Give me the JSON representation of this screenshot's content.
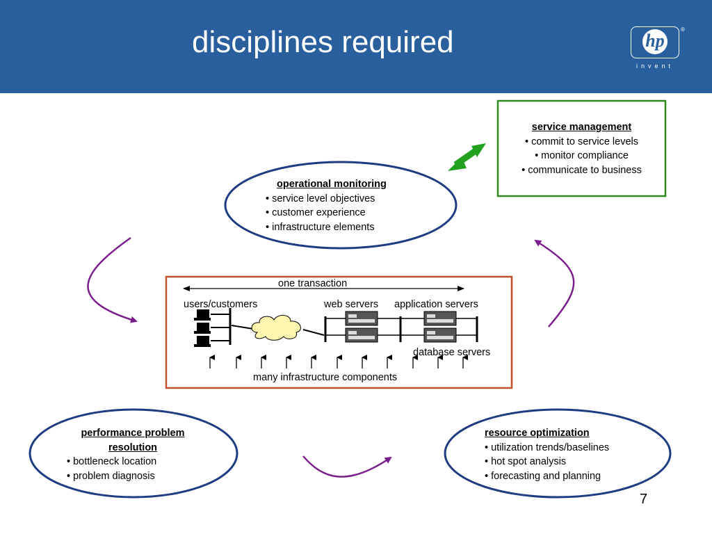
{
  "header": {
    "title": "disciplines required"
  },
  "logo": {
    "mark": "hp",
    "registered": "®",
    "tagline": "invent"
  },
  "service_management": {
    "heading": "service management",
    "items": [
      "• commit to service levels",
      "• monitor compliance",
      "• communicate to business"
    ]
  },
  "operational_monitoring": {
    "heading": "operational monitoring",
    "items": [
      "• service level objectives",
      "• customer experience",
      "• infrastructure elements"
    ]
  },
  "transaction_diagram": {
    "span_label": "one transaction",
    "users_label": "users/customers",
    "web_label": "web servers",
    "app_label": "application servers",
    "db_label": "database servers",
    "components_label": "many infrastructure components"
  },
  "performance_problem": {
    "heading_line1": "performance problem",
    "heading_line2": "resolution",
    "items": [
      "• bottleneck location",
      "• problem diagnosis"
    ]
  },
  "resource_optimization": {
    "heading": "resource optimization",
    "items": [
      "• utilization trends/baselines",
      "• hot spot analysis",
      "• forecasting and planning"
    ]
  },
  "slide_number": "7",
  "colors": {
    "header": "#2a5f9e",
    "ellipse_border": "#1f3c82",
    "service_border": "#2f8a1e",
    "diagram_border": "#c0502a",
    "purple_arrow": "#7b1e8c",
    "green_arrow": "#22a020"
  }
}
